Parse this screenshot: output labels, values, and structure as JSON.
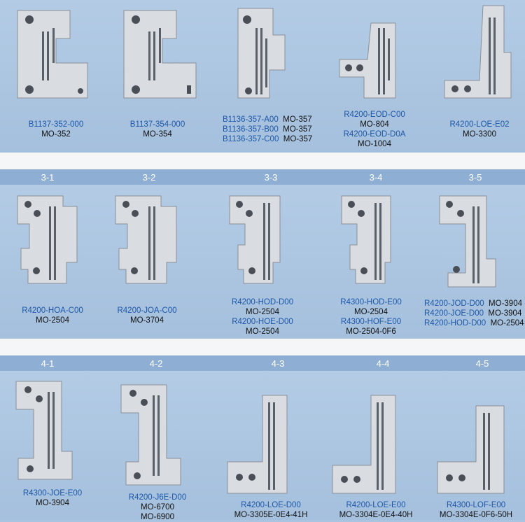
{
  "row1": [
    {
      "lines": [
        {
          "code": "B1137-352-000"
        },
        {
          "model": "MO-352"
        }
      ]
    },
    {
      "lines": [
        {
          "code": "B1137-354-000"
        },
        {
          "model": "MO-354"
        }
      ]
    },
    {
      "lines": [
        {
          "code": "B1136-357-A00",
          "model": "MO-357"
        },
        {
          "code": "B1136-357-B00",
          "model": "MO-357"
        },
        {
          "code": "B1136-357-C00",
          "model": "MO-357"
        }
      ]
    },
    {
      "lines": [
        {
          "code": "R4200-EOD-C00"
        },
        {
          "model": "MO-804"
        },
        {
          "code": "R4200-EOD-D0A"
        },
        {
          "model": "MO-1004"
        }
      ]
    },
    {
      "lines": [
        {
          "code": "R4200-LOE-E02"
        },
        {
          "model": "MO-3300"
        }
      ]
    }
  ],
  "row2_headers": [
    "3-1",
    "3-2",
    "3-3",
    "3-4",
    "3-5"
  ],
  "row2": [
    {
      "lines": [
        {
          "code": "R4200-HOA-C00"
        },
        {
          "model": "MO-2504"
        }
      ]
    },
    {
      "lines": [
        {
          "code": "R4200-JOA-C00"
        },
        {
          "model": "MO-3704"
        }
      ]
    },
    {
      "lines": [
        {
          "code": "R4200-HOD-D00"
        },
        {
          "model": "MO-2504"
        },
        {
          "code": "R4200-HOE-D00"
        },
        {
          "model": "MO-2504"
        }
      ]
    },
    {
      "lines": [
        {
          "code": "R4300-HOD-E00"
        },
        {
          "model": "MO-2504"
        },
        {
          "code": "R4300-HOF-E00"
        },
        {
          "model": "MO-2504-0F6"
        }
      ]
    },
    {
      "lines": [
        {
          "code": "R4200-JOD-D00",
          "model": "MO-3904"
        },
        {
          "code": "R4200-JOE-D00",
          "model": "MO-3904"
        },
        {
          "code": "R4200-HOD-D00",
          "model": "MO-2504"
        }
      ]
    }
  ],
  "row3_headers": [
    "4-1",
    "4-2",
    "4-3",
    "4-4",
    "4-5"
  ],
  "row3": [
    {
      "lines": [
        {
          "code": "R4300-JOE-E00"
        },
        {
          "model": "MO-3904"
        }
      ]
    },
    {
      "lines": [
        {
          "code": "R4200-J6E-D00"
        },
        {
          "model": "MO-6700"
        },
        {
          "model": "MO-6900"
        }
      ]
    },
    {
      "lines": [
        {
          "code": "R4200-LOE-D00"
        },
        {
          "model": "MO-3305E-0E4-41H"
        }
      ]
    },
    {
      "lines": [
        {
          "code": "R4200-LOE-E00"
        },
        {
          "model": "MO-3304E-0E4-40H"
        }
      ]
    },
    {
      "lines": [
        {
          "code": "R4300-LOF-E00"
        },
        {
          "model": "MO-3304E-0F6-50H"
        }
      ]
    }
  ],
  "colors": {
    "background": "#a9c4e0",
    "header_band": "#8eaed3",
    "code_text": "#1c57a8",
    "model_text": "#111111"
  }
}
